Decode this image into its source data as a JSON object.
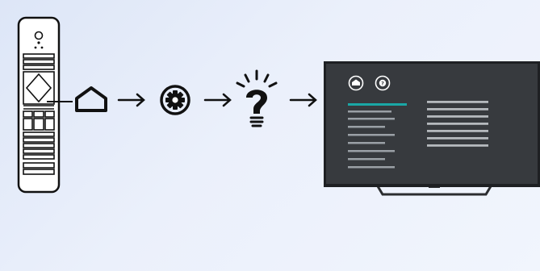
{
  "diagram": {
    "steps": [
      "remote-control",
      "home-button",
      "settings-gear",
      "help-lightbulb",
      "tv-screen"
    ],
    "arrow_glyph": "→",
    "colors": {
      "background": "#e4ebf9",
      "ink": "#111111",
      "tv_screen": "#373a3e",
      "menu_highlight": "#1aa7a6",
      "menu_line": "#9aa0a6",
      "menu_line_right": "#b5b9bd"
    },
    "icons": [
      "remote-icon",
      "home-icon",
      "settings-icon",
      "help-icon",
      "tv-icon"
    ]
  }
}
